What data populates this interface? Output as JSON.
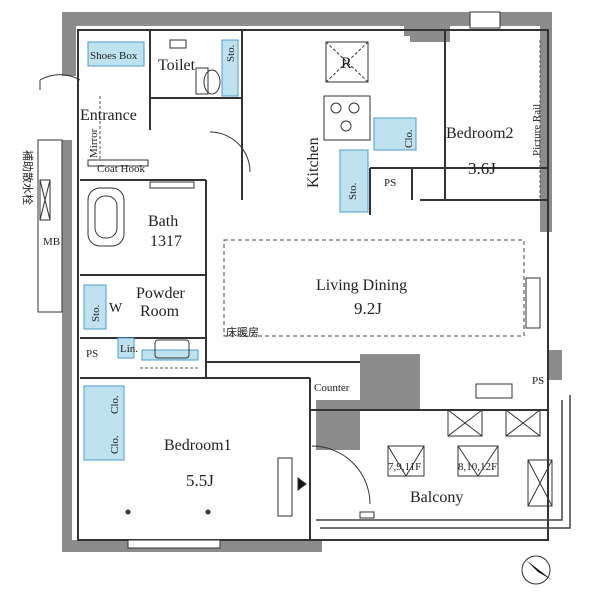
{
  "rooms": {
    "shoes_box": "Shoes Box",
    "toilet": "Toilet",
    "sto": "Sto.",
    "r": "R",
    "entrance": "Entrance",
    "mirror": "Mirror",
    "coat_hook": "Coat Hook",
    "kitchen": "Kitchen",
    "bedroom2": "Bedroom2",
    "bedroom2_size": "3.6J",
    "picture_rail": "Picture Rail",
    "clo": "Clo.",
    "ps": "PS",
    "bath": "Bath",
    "bath_size": "1317",
    "mb": "MB",
    "extinguisher": "補助散水栓",
    "living_dining": "Living Dining",
    "living_size": "9.2J",
    "floor_heating": "床暖房",
    "powder_room_1": "Powder",
    "powder_room_2": "Room",
    "w": "W",
    "lin": "Lin.",
    "counter": "Counter",
    "bedroom1": "Bedroom1",
    "bedroom1_size": "5.5J",
    "balcony": "Balcony",
    "floors_a": "7,9,11F",
    "floors_b": "8,10,12F"
  },
  "colors": {
    "wall": "#8c8c8c",
    "line": "#333333",
    "storage": "#bfe2f0",
    "storage_line": "#4a9cc7"
  }
}
